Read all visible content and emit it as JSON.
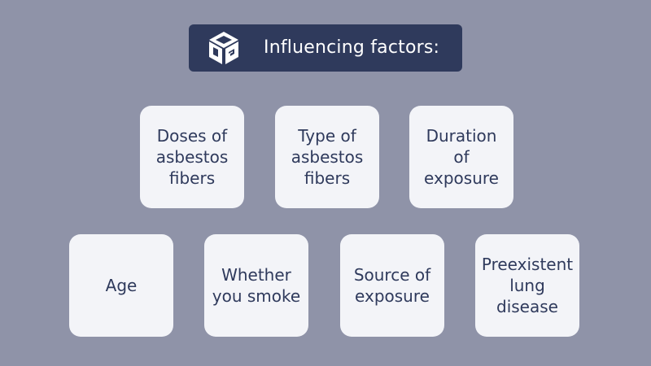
{
  "colors": {
    "background": "#8f93a8",
    "header_bg": "#2f3a5c",
    "card_bg": "#f3f4f8",
    "card_text": "#2f3a5c",
    "header_text": "#ffffff"
  },
  "header": {
    "logo_icon": "cube-logo-icon",
    "title": "Influencing factors:"
  },
  "factors": {
    "row1": [
      {
        "label": "Doses of\nasbestos\nfibers"
      },
      {
        "label": "Type of\nasbestos\nfibers"
      },
      {
        "label": "Duration\nof\nexposure"
      }
    ],
    "row2": [
      {
        "label": "Age"
      },
      {
        "label": "Whether\nyou smoke"
      },
      {
        "label": "Source of\nexposure"
      },
      {
        "label": "Preexistent\nlung\ndisease"
      }
    ]
  }
}
